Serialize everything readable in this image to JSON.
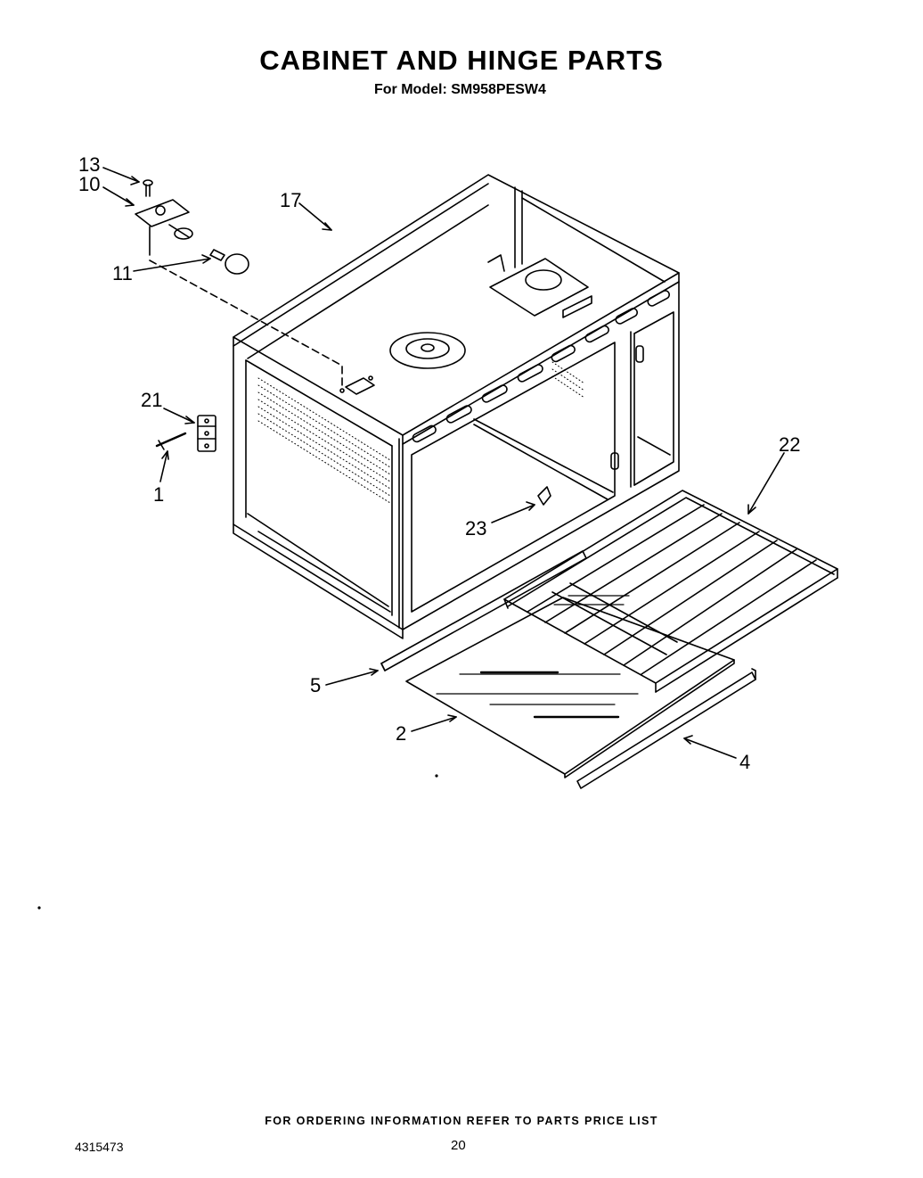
{
  "header": {
    "title": "CABINET AND HINGE PARTS",
    "model_line": "For Model: SM958PESW4"
  },
  "callouts": {
    "c13": "13",
    "c10": "10",
    "c17": "17",
    "c11": "11",
    "c21": "21",
    "c1": "1",
    "c22": "22",
    "c23": "23",
    "c5": "5",
    "c2": "2",
    "c4": "4"
  },
  "footer": {
    "ordering_note": "FOR ORDERING INFORMATION REFER TO PARTS PRICE LIST",
    "doc_number": "4315473",
    "page_number": "20"
  }
}
